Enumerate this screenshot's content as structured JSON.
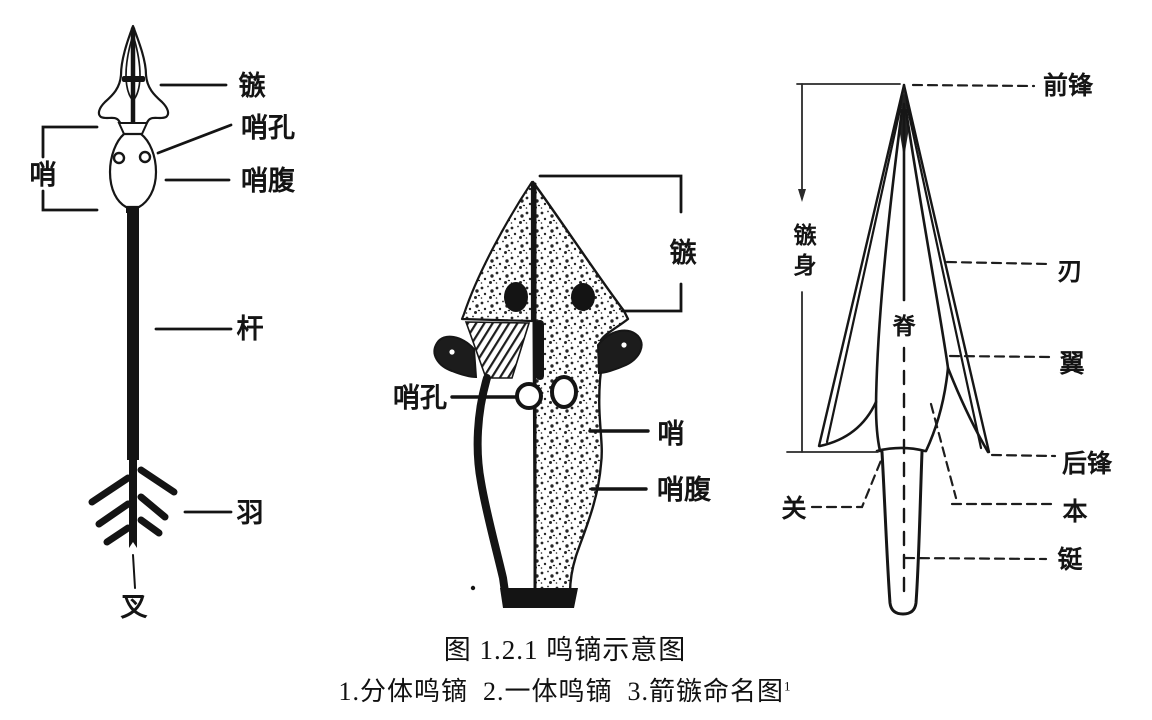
{
  "colors": {
    "ink": "#161616",
    "paper": "#ffffff"
  },
  "caption": {
    "line1": "图 1.2.1 鸣镝示意图",
    "line2": "1.分体鸣镝  2.一体鸣镝  3.箭镞命名图",
    "superscript": "1"
  },
  "diagram1": {
    "labels": {
      "zu": "镞",
      "shao_kong": "哨孔",
      "shao_fu": "哨腹",
      "gan": "杆",
      "yu": "羽",
      "cha": "叉",
      "shao": "哨"
    }
  },
  "diagram2": {
    "labels": {
      "zu": "镞",
      "shao_kong": "哨孔",
      "shao": "哨",
      "shao_fu": "哨腹"
    }
  },
  "diagram3": {
    "labels": {
      "qian_feng": "前锋",
      "ren": "刃",
      "yi": "翼",
      "hou_feng": "后锋",
      "ben": "本",
      "ting": "铤",
      "guan": "关",
      "ji": "脊",
      "zu_shen_top": "镞",
      "zu_shen_bottom": "身"
    }
  }
}
